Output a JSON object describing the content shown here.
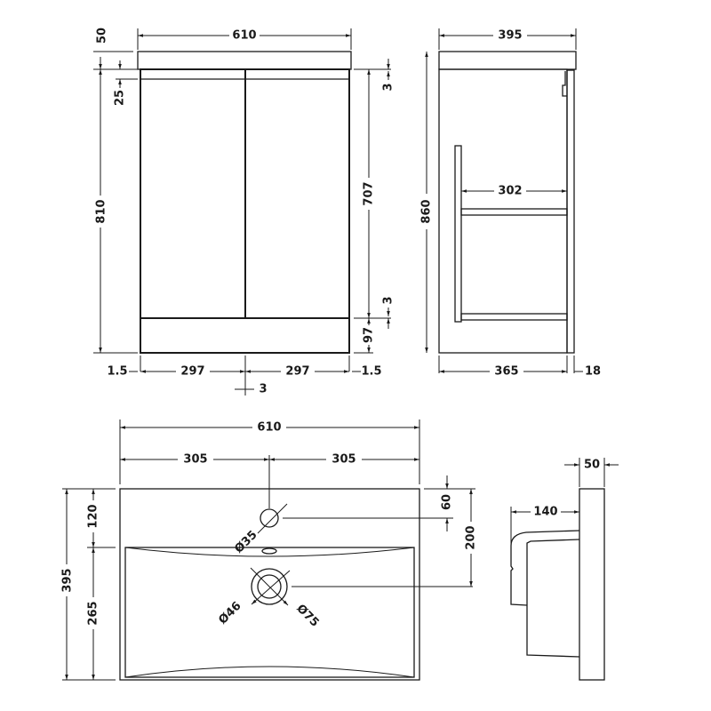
{
  "front_view": {
    "overall_width": "610",
    "top_thickness": "50",
    "top_rail": "25",
    "cabinet_height": "810",
    "door_height": "707",
    "gap_top": "3",
    "gap_bottom": "3",
    "plinth": "97",
    "side_gap_left": "1.5",
    "door_left": "297",
    "door_right": "297",
    "side_gap_right": "1.5",
    "center_gap": "3"
  },
  "side_view": {
    "overall_depth": "395",
    "shelf_depth": "302",
    "body_depth": "365",
    "door_thickness": "18",
    "total_height": "860"
  },
  "basin_plan": {
    "width": "610",
    "half_left": "305",
    "half_right": "305",
    "depth": "395",
    "tap_offset": "120",
    "bowl_depth": "265",
    "tap_from_back": "60",
    "waste_from_back": "200",
    "tap_hole": "Ø35",
    "waste_inner": "Ø46",
    "waste_outer": "Ø75"
  },
  "basin_side": {
    "thickness": "50",
    "bowl_projection": "140"
  }
}
